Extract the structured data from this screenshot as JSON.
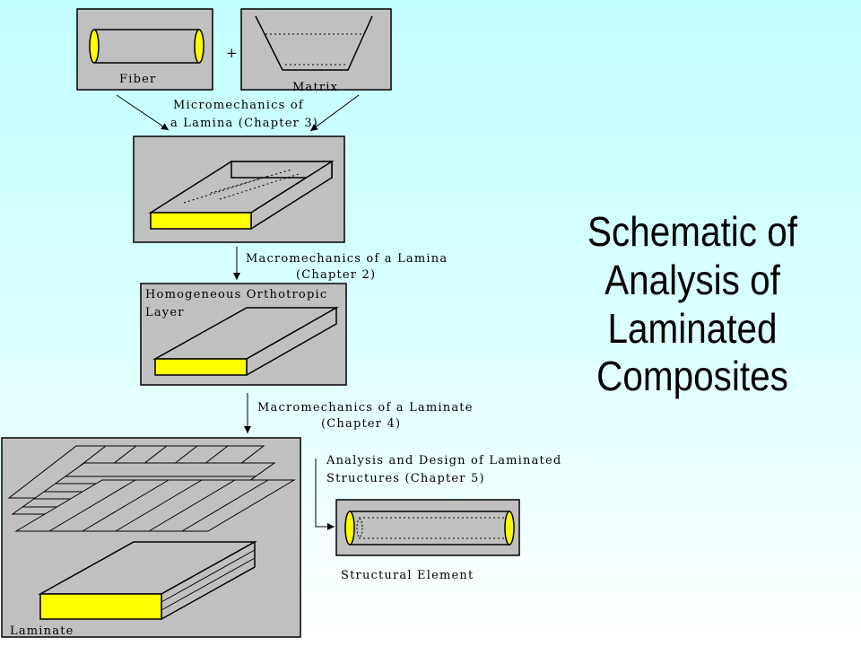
{
  "slide": {
    "title_lines": [
      "Schematic of",
      "Analysis of",
      "Laminated",
      "Composites"
    ]
  },
  "diagram": {
    "fiber_label": "Fiber",
    "plus_sign": "+",
    "matrix_label": "Matrix",
    "step1": [
      "Micromechanics of",
      "a Lamina (Chapter 3)"
    ],
    "step2": [
      "Macromechanics of a Lamina",
      "(Chapter 2)"
    ],
    "layer_label": [
      "Homogeneous Orthotropic",
      "Layer"
    ],
    "step3": [
      "Macromechanics of a Laminate",
      "(Chapter 4)"
    ],
    "step4": [
      "Analysis and Design of Laminated",
      "Structures (Chapter 5)"
    ],
    "laminate_label": "Laminate",
    "structural_label": "Structural Element"
  },
  "colors": {
    "panel_fill": "#c0c0c0",
    "highlight": "#ffff00",
    "outline": "#000000"
  }
}
